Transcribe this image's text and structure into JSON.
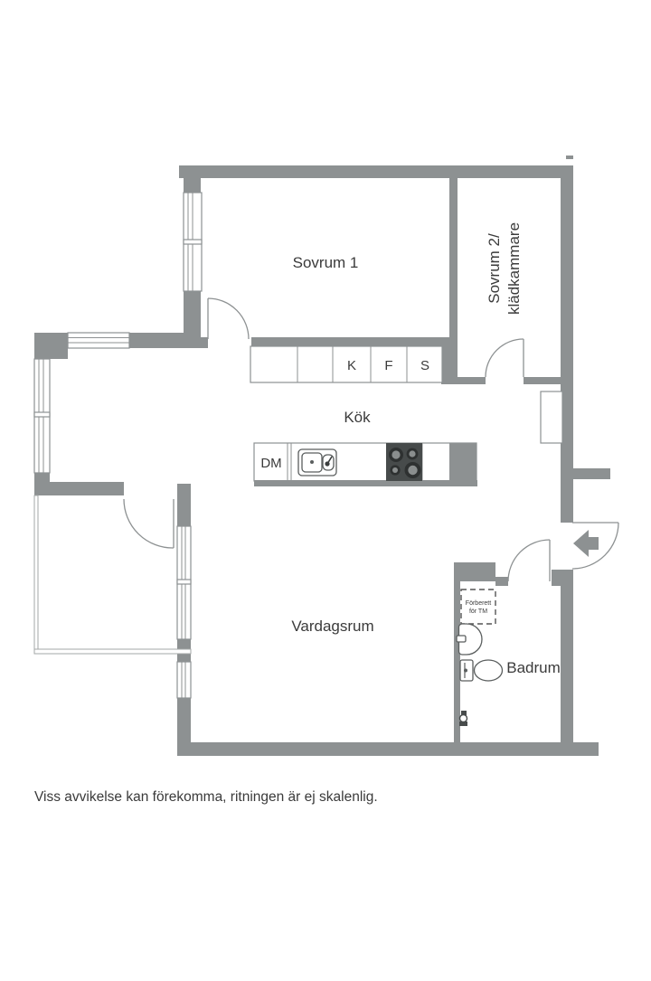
{
  "floorplan": {
    "rooms": {
      "bedroom1": {
        "label": "Sovrum 1"
      },
      "bedroom2": {
        "label_line1": "Sovrum 2/",
        "label_line2": "klädkammare"
      },
      "kitchen": {
        "label": "Kök"
      },
      "living": {
        "label": "Vardagsrum"
      },
      "bathroom": {
        "label": "Badrum"
      }
    },
    "appliances": {
      "dishwasher_label": "DM",
      "fridge_label": "K",
      "freezer_label": "F",
      "pantry_label": "S",
      "washer_prep_line1": "Förberett",
      "washer_prep_line2": "för TM"
    },
    "disclaimer": "Viss avvikelse kan förekomma, ritningen är ej skalenlig.",
    "colors": {
      "wall": "#8d9192",
      "text": "#3b3b3b",
      "stove": "#474b4b",
      "background": "#ffffff"
    }
  }
}
